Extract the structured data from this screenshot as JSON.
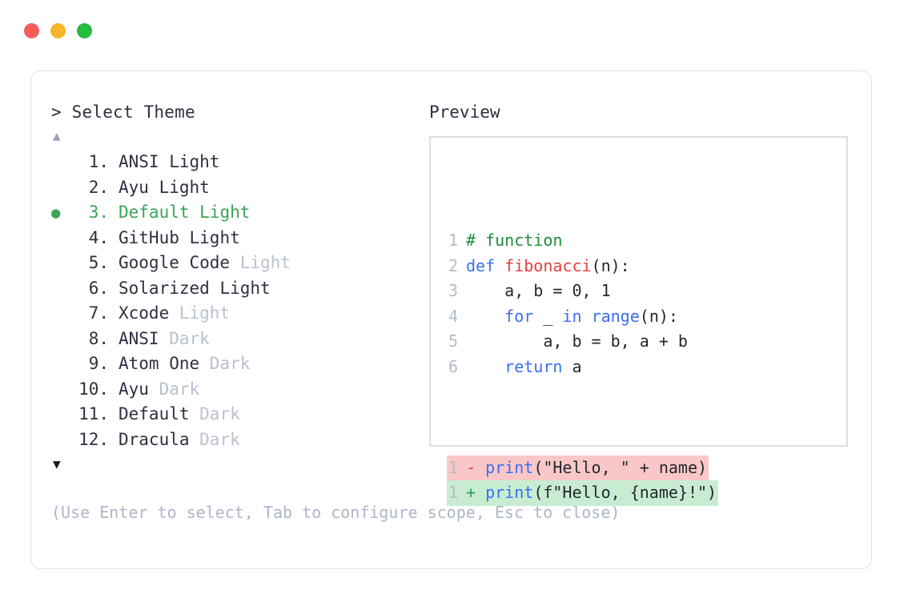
{
  "window": {
    "traffic_lights": [
      {
        "name": "close-button",
        "color": "#f65c5c"
      },
      {
        "name": "minimize-button",
        "color": "#f5b62a"
      },
      {
        "name": "maximize-button",
        "color": "#23bd3f"
      }
    ]
  },
  "left": {
    "prompt": "> Select Theme",
    "scroll_up_icon": "▲",
    "scroll_down_icon": "▼",
    "selected_bullet": "●",
    "selected_index": 3,
    "accent_color": "#3aa457",
    "items": [
      {
        "number": "1.",
        "name": "ANSI",
        "suffix": "Light",
        "suffix_muted": false,
        "selected": false
      },
      {
        "number": "2.",
        "name": "Ayu",
        "suffix": "Light",
        "suffix_muted": false,
        "selected": false
      },
      {
        "number": "3.",
        "name": "Default",
        "suffix": "Light",
        "suffix_muted": false,
        "selected": true
      },
      {
        "number": "4.",
        "name": "GitHub",
        "suffix": "Light",
        "suffix_muted": false,
        "selected": false
      },
      {
        "number": "5.",
        "name": "Google Code",
        "suffix": "Light",
        "suffix_muted": true,
        "selected": false
      },
      {
        "number": "6.",
        "name": "Solarized",
        "suffix": "Light",
        "suffix_muted": false,
        "selected": false
      },
      {
        "number": "7.",
        "name": "Xcode",
        "suffix": "Light",
        "suffix_muted": true,
        "selected": false
      },
      {
        "number": "8.",
        "name": "ANSI",
        "suffix": "Dark",
        "suffix_muted": true,
        "selected": false
      },
      {
        "number": "9.",
        "name": "Atom One",
        "suffix": "Dark",
        "suffix_muted": true,
        "selected": false
      },
      {
        "number": "10.",
        "name": "Ayu",
        "suffix": "Dark",
        "suffix_muted": true,
        "selected": false
      },
      {
        "number": "11.",
        "name": "Default",
        "suffix": "Dark",
        "suffix_muted": true,
        "selected": false
      },
      {
        "number": "12.",
        "name": "Dracula",
        "suffix": "Dark",
        "suffix_muted": true,
        "selected": false
      }
    ],
    "hint": "(Use Enter to select, Tab to configure scope, Esc to close)"
  },
  "right": {
    "title": "Preview",
    "code_lines": [
      {
        "n": "1",
        "text": "# function"
      },
      {
        "n": "2",
        "text": "def fibonacci(n):"
      },
      {
        "n": "3",
        "text": "    a, b = 0, 1"
      },
      {
        "n": "4",
        "text": "    for _ in range(n):"
      },
      {
        "n": "5",
        "text": "        a, b = b, a + b"
      },
      {
        "n": "6",
        "text": "    return a"
      }
    ],
    "diff": [
      {
        "n": "1",
        "marker": "-",
        "text": "print(\"Hello, \" + name)",
        "kind": "deletion"
      },
      {
        "n": "1",
        "marker": "+",
        "text": "print(f\"Hello, {name}!\")",
        "kind": "addition"
      }
    ],
    "colors": {
      "comment": "#1f8b3b",
      "keyword": "#3b6ef2",
      "function": "#e0413f",
      "string": "#e0534f",
      "plain": "#24282f",
      "line_number": "#b4bcc9",
      "diff_delete_bg": "#f9c7c7",
      "diff_add_bg": "#c7ecd2"
    }
  }
}
